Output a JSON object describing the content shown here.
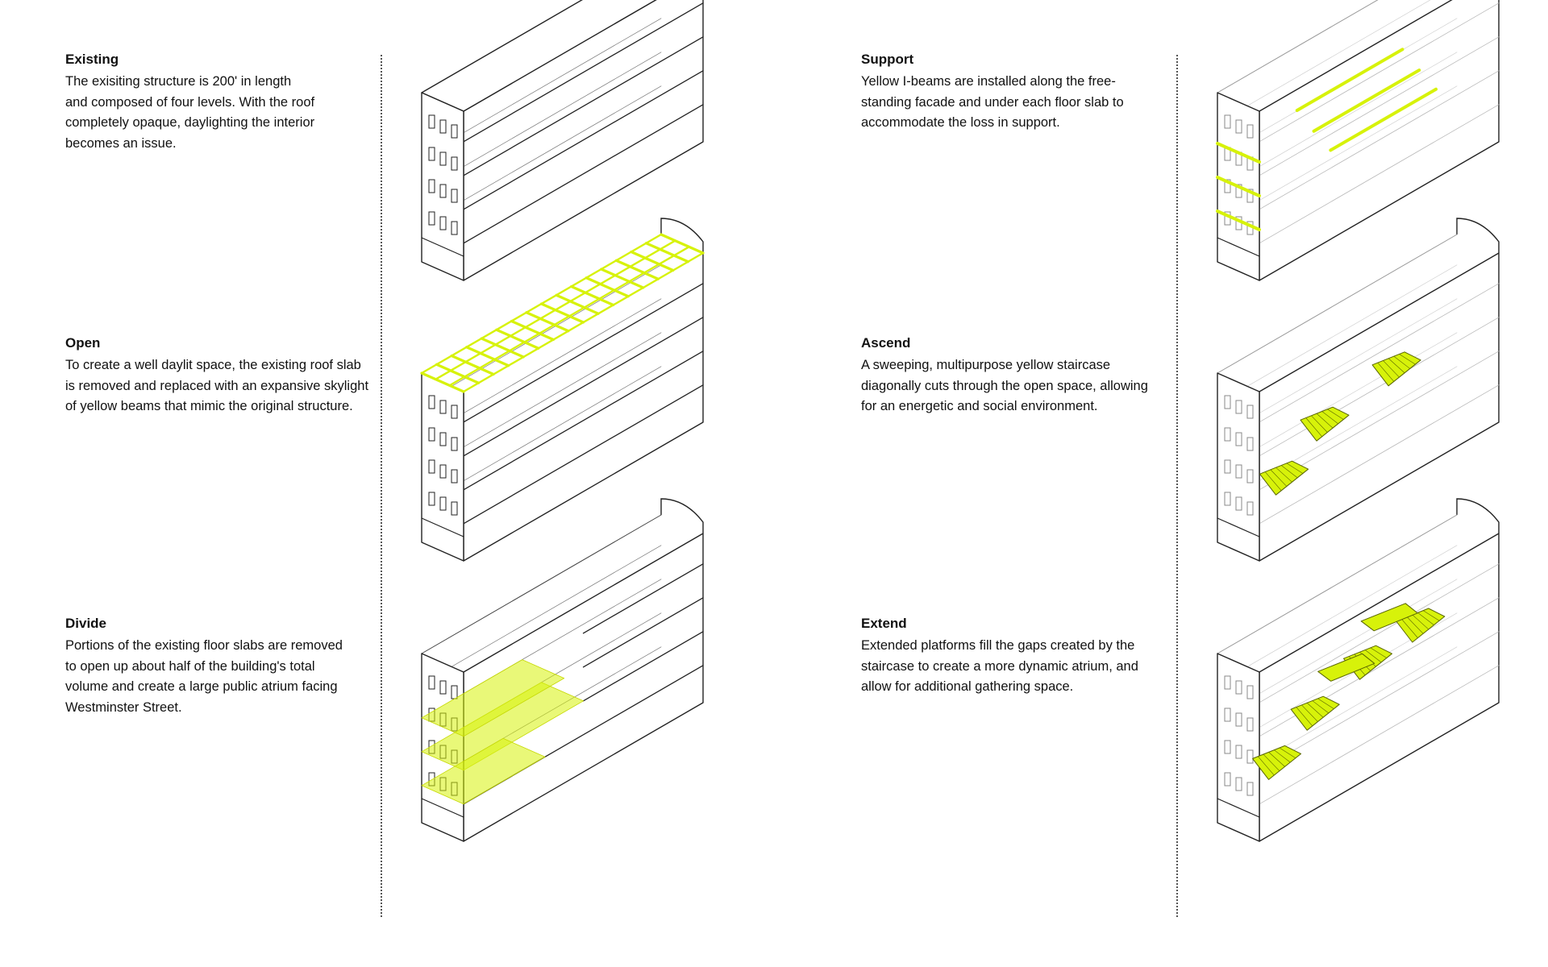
{
  "accent_color": "#d7f20a",
  "steps": [
    {
      "id": "existing",
      "title": "Existing",
      "text": "The exisiting structure is 200' in length\nand composed of four levels. With the roof\ncompletely opaque, daylighting the interior\nbecomes an issue.",
      "variant": "existing"
    },
    {
      "id": "open",
      "title": "Open",
      "text": "To create a well daylit space, the existing roof slab\nis removed and replaced with an expansive skylight\nof yellow beams that mimic the original structure.",
      "variant": "open"
    },
    {
      "id": "divide",
      "title": "Divide",
      "text": "Portions of the existing floor slabs are removed\nto open up about half of the building's total\nvolume and create a large public atrium facing\nWestminster Street.",
      "variant": "divide"
    },
    {
      "id": "support",
      "title": "Support",
      "text": "Yellow I-beams are installed along the free-\nstanding facade and under each floor slab to\naccommodate the loss in support.",
      "variant": "support"
    },
    {
      "id": "ascend",
      "title": "Ascend",
      "text": "A sweeping, multipurpose yellow staircase\ndiagonally cuts through the open space, allowing\nfor an energetic and social environment.",
      "variant": "ascend"
    },
    {
      "id": "extend",
      "title": "Extend",
      "text": "Extended platforms fill the gaps created by the\nstaircase to create a more dynamic atrium, and\nallow for additional gathering space.",
      "variant": "extend"
    }
  ]
}
